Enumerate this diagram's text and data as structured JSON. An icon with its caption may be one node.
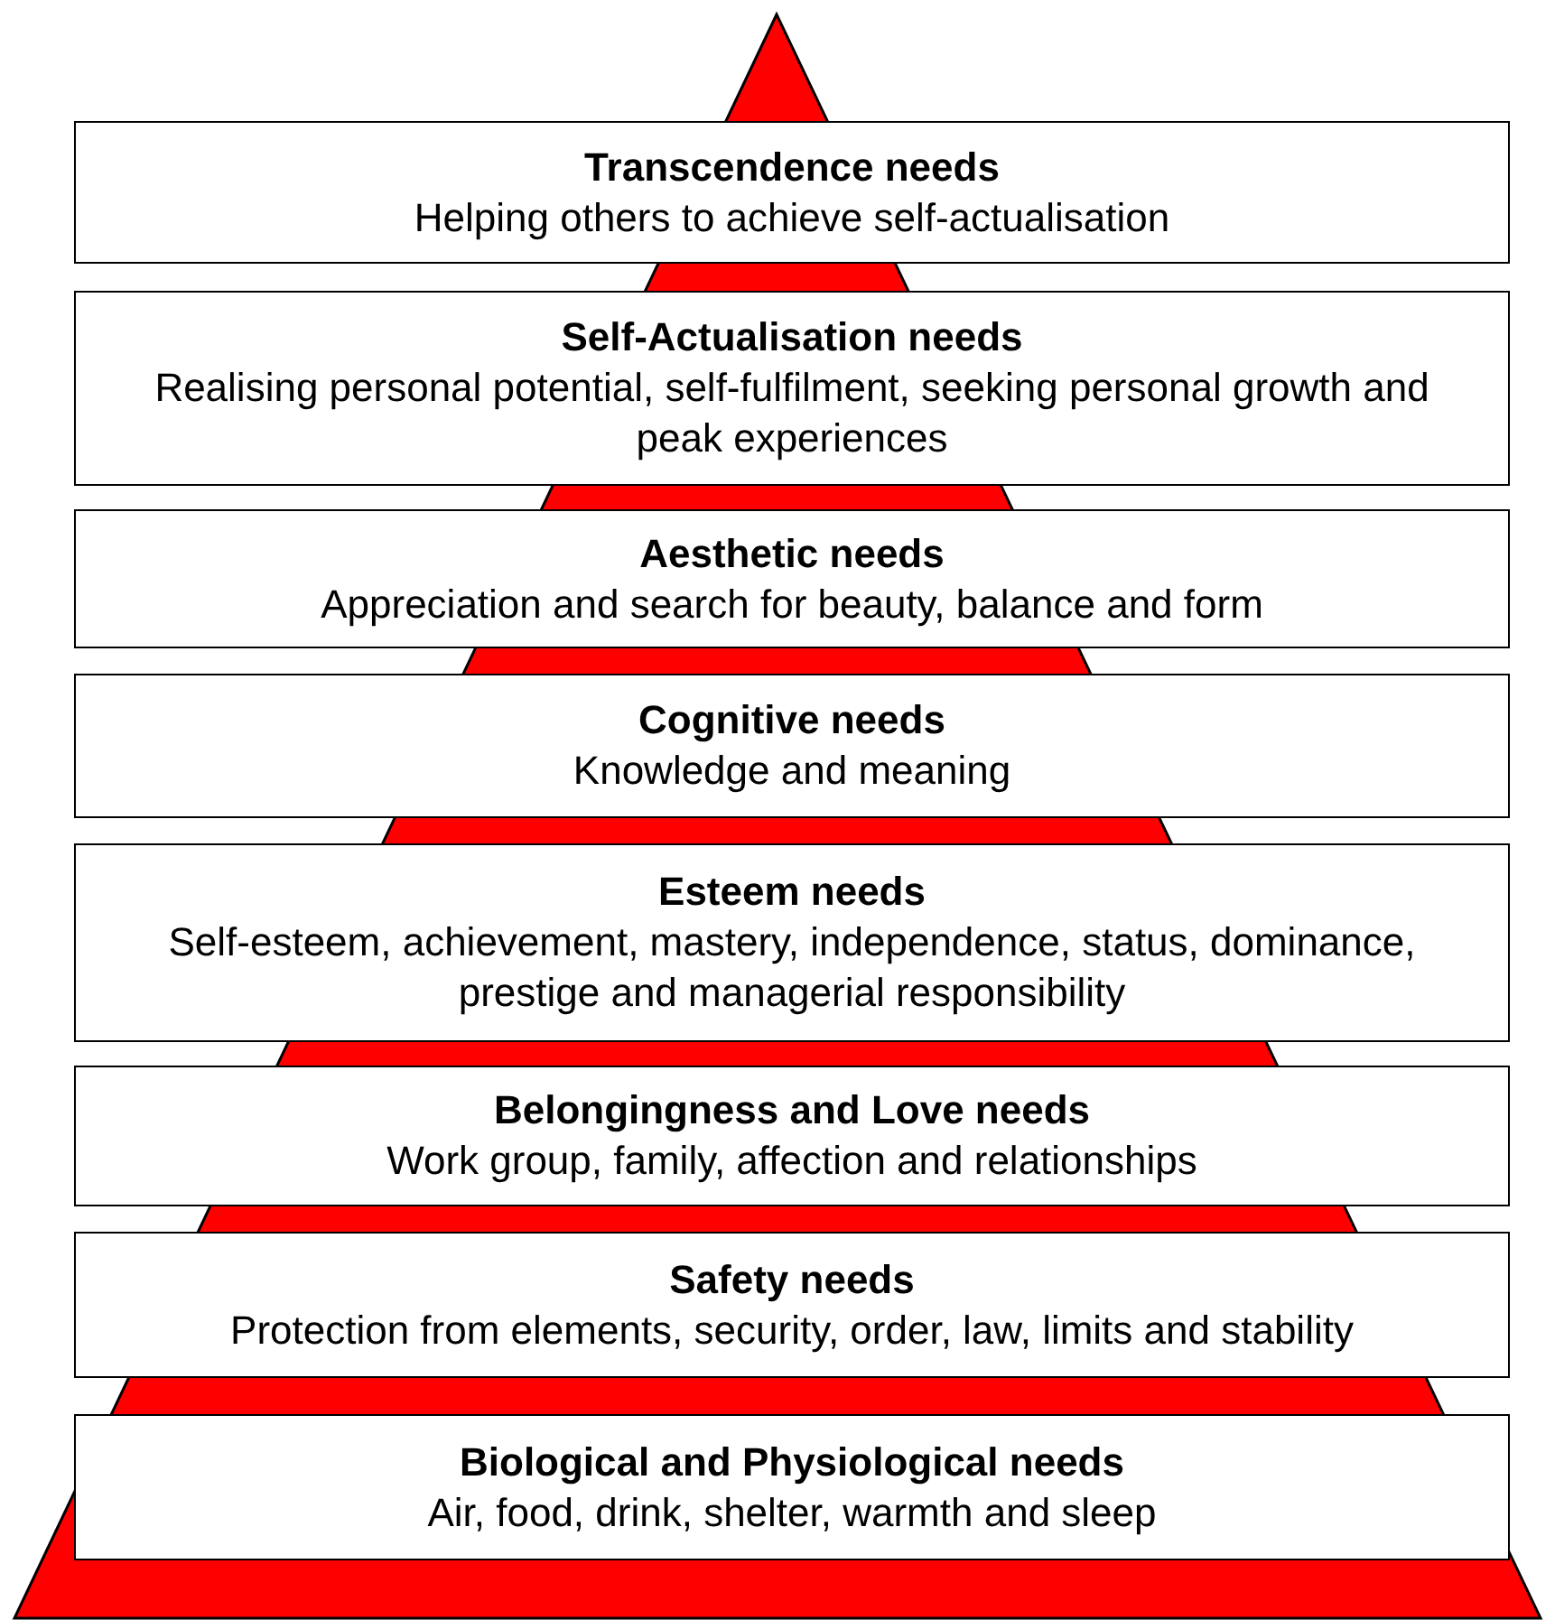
{
  "diagram": {
    "nodes": [
      {
        "text": [
          "Transcendence needs",
          "Helping others to achieve self-actualisation"
        ]
      },
      {
        "text": [
          "Self-Actualisation needs",
          "Realising personal potential, self-fulfilment, seeking personal growth and peak experiences"
        ]
      },
      {
        "text": [
          "Aesthetic needs",
          "Appreciation and search for beauty, balance and form"
        ]
      },
      {
        "text": [
          "Cognitive needs",
          "Knowledge and meaning"
        ]
      },
      {
        "text": [
          "Esteem needs",
          "Self-esteem, achievement, mastery, independence, status, dominance, prestige and managerial responsibility"
        ]
      },
      {
        "text": [
          "Belongingness and Love needs",
          "Work group, family, affection and relationships"
        ]
      },
      {
        "text": [
          "Safety needs",
          "Protection from elements, security, order, law, limits and stability"
        ]
      },
      {
        "text": [
          "Biological and Physiological needs",
          "Air, food, drink, shelter, warmth and sleep"
        ]
      }
    ]
  }
}
